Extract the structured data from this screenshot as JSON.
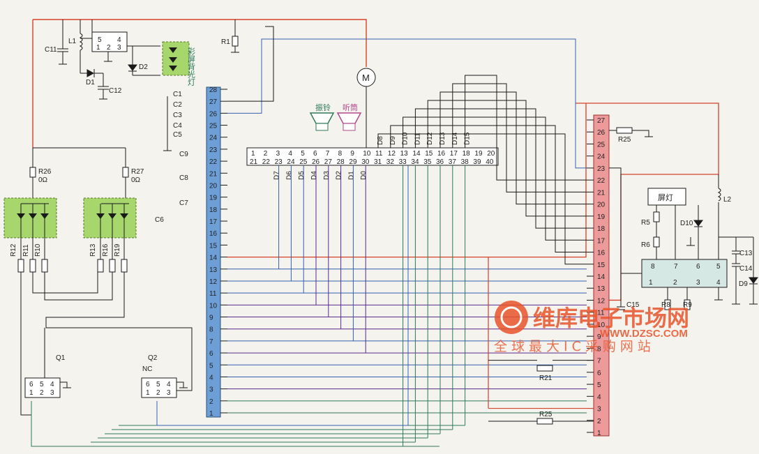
{
  "left_connector": {
    "pins": [
      "1",
      "2",
      "3",
      "4",
      "5",
      "6",
      "7",
      "8",
      "9",
      "10",
      "11",
      "12",
      "13",
      "14",
      "15",
      "16",
      "17",
      "18",
      "19",
      "20",
      "21",
      "22",
      "23",
      "24",
      "25",
      "26",
      "27",
      "28"
    ]
  },
  "right_connector": {
    "pins": [
      "1",
      "2",
      "3",
      "4",
      "5",
      "6",
      "7",
      "8",
      "9",
      "10",
      "11",
      "12",
      "13",
      "14",
      "15",
      "16",
      "17",
      "18",
      "19",
      "20",
      "21",
      "22",
      "23",
      "24",
      "25",
      "26",
      "27"
    ]
  },
  "mid_connector": {
    "top_pins": [
      "1",
      "2",
      "3",
      "4",
      "5",
      "6",
      "7",
      "8",
      "9",
      "10",
      "11",
      "12",
      "13",
      "14",
      "15",
      "16",
      "17",
      "18",
      "19",
      "20"
    ],
    "bottom_pins": [
      "21",
      "22",
      "23",
      "24",
      "25",
      "26",
      "27",
      "28",
      "29",
      "30",
      "31",
      "32",
      "33",
      "34",
      "35",
      "36",
      "37",
      "38",
      "39",
      "40"
    ],
    "data_labels_low": [
      "D7",
      "D6",
      "D5",
      "D4",
      "D3",
      "D2",
      "D1",
      "D0"
    ],
    "data_labels_high": [
      "D8",
      "D9",
      "D10",
      "D11",
      "D12",
      "D13",
      "D14",
      "D15"
    ]
  },
  "components": {
    "c11": "C11",
    "l1": "L1",
    "d1": "D1",
    "d2": "D2",
    "c12": "C12",
    "r1": "R1",
    "motor": "M",
    "backlight": "彩屏背光灯",
    "caps": [
      "C1",
      "C2",
      "C3",
      "C4",
      "C5"
    ],
    "c9": "C9",
    "c8": "C8",
    "c7": "C7",
    "c6": "C6",
    "r26": "R26",
    "r26_val": "0Ω",
    "r27": "R27",
    "r27_val": "0Ω",
    "res_left": [
      "R12",
      "R11",
      "R10"
    ],
    "res_right": [
      "R13",
      "R16",
      "R19"
    ],
    "q1": "Q1",
    "q2": "Q2",
    "nc": "NC",
    "q_pins_top": [
      "6",
      "5",
      "4"
    ],
    "q_pins_bottom": [
      "1",
      "2",
      "3"
    ],
    "ic_pins_top": [
      "5",
      "4"
    ],
    "ic_pins_bottom": [
      "1",
      "2",
      "3"
    ],
    "vibrator": "振铃",
    "speaker": "听筒",
    "r25_top": "R25",
    "r21": "R21",
    "r25_bottom": "R25",
    "screen_light": "屏灯",
    "r5": "R5",
    "r6": "R6",
    "d10": "D10",
    "l2": "L2",
    "c13": "C13",
    "c14": "C14",
    "d9": "D9",
    "r8": "R8",
    "r9": "R9",
    "c15": "C15",
    "chip_top_pins": [
      "8",
      "7",
      "6",
      "5"
    ],
    "chip_bottom_pins": [
      "1",
      "2",
      "3",
      "4"
    ]
  },
  "watermark": {
    "brand": "维库电子市场网",
    "url": "WWW.DZSC.COM",
    "slogan": "全球最大IC采购网站"
  },
  "colors": {
    "left_connector": "#6d9fd6",
    "right_connector": "#ec9a9a",
    "wire_red": "#d4432a",
    "wire_blue": "#3560b0",
    "wire_purple": "#5a2a8c",
    "wire_green": "#2e7a5a",
    "wire_black": "#1a1a1a",
    "led_box": "#a6d66c",
    "watermark": "#e8542a"
  }
}
